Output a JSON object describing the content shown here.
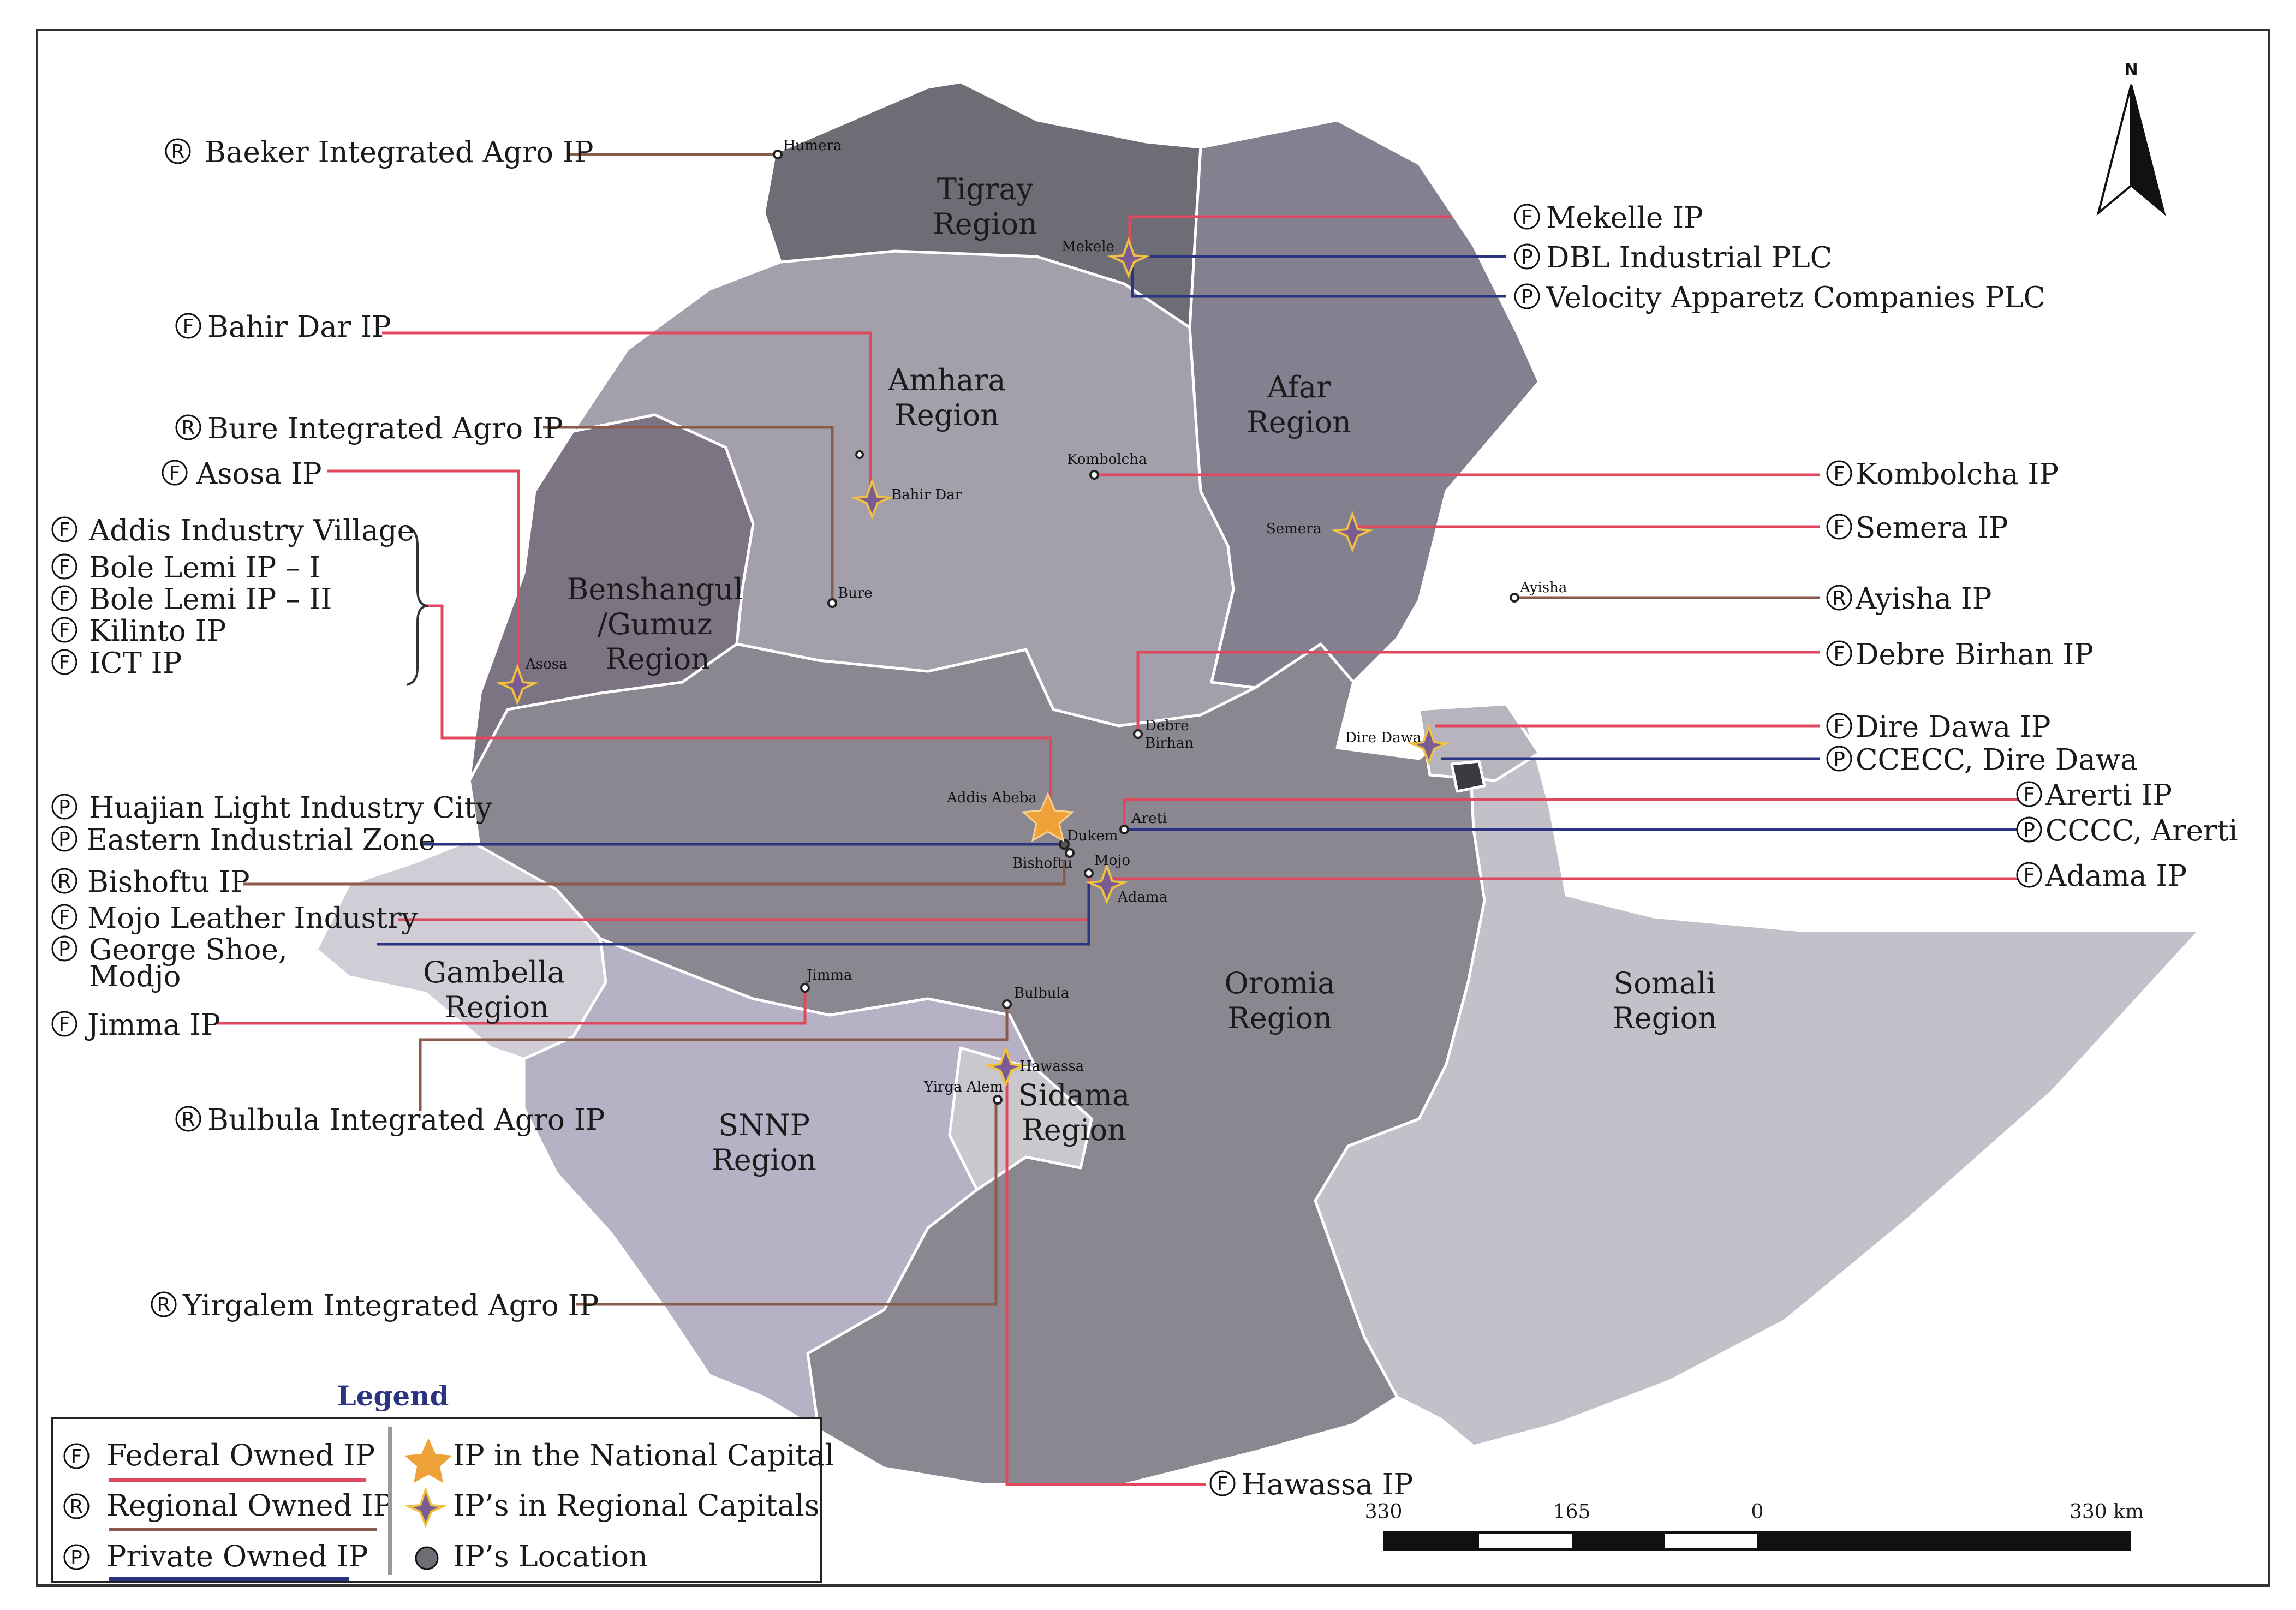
{
  "legend": {
    "title": "Legend",
    "federal": "Federal Owned IP",
    "regional": "Regional Owned IP",
    "private": "Private Owned IP",
    "national_capital": "IP in the National Capital",
    "regional_capitals": "IP’s in Regional Capitals",
    "location": "IP’s Location"
  },
  "badges": {
    "federal": "F",
    "regional": "R",
    "private": "P"
  },
  "scale": {
    "l0": "330",
    "l1": "165",
    "l2": "0",
    "l3": "330 km"
  },
  "north": "N",
  "regions": {
    "tigray": [
      "Tigray",
      "Region"
    ],
    "amhara": [
      "Amhara",
      "Region"
    ],
    "afar": [
      "Afar",
      "Region"
    ],
    "benishangul": [
      "Benshangul",
      "/Gumuz",
      "Region"
    ],
    "gambella": [
      "Gambella",
      "Region"
    ],
    "oromia": [
      "Oromia",
      "Region"
    ],
    "somali": [
      "Somali",
      "Region"
    ],
    "snnp": [
      "SNNP",
      "Region"
    ],
    "sidama": [
      "Sidama",
      "Region"
    ]
  },
  "cities": {
    "humera": "Humera",
    "mekele": "Mekele",
    "kombolcha": "Kombolcha",
    "bahir_dar": "Bahir Dar",
    "bure": "Bure",
    "semera": "Semera",
    "ayisha": "Ayisha",
    "asosa": "Asosa",
    "debre": "Debre",
    "birhan": "Birhan",
    "dire_dawa": "Dire Dawa",
    "addis_abeba": "Addis Abeba",
    "areti": "Areti",
    "dukem": "Dukem",
    "bishoftu": "Bishoftu",
    "mojo": "Mojo",
    "adama": "Adama",
    "jimma": "Jimma",
    "bulbula": "Bulbula",
    "hawassa": "Hawassa",
    "yirga_alem": "Yirga Alem"
  },
  "parks_left": {
    "baeker": "Baeker Integrated Agro IP",
    "bahir_dar": "Bahir Dar IP",
    "bure": "Bure Integrated Agro IP",
    "asosa": "Asosa IP",
    "addis_village": "Addis Industry Village",
    "bole_lemi_1": "Bole Lemi IP – I",
    "bole_lemi_2": "Bole Lemi IP – II",
    "kilinto": "Kilinto IP",
    "ict": "ICT IP",
    "huajian": "Huajian Light Industry City",
    "eastern": "Eastern Industrial Zone",
    "bishoftu": "Bishoftu IP",
    "mojo_leather": "Mojo Leather Industry",
    "george_1": "George Shoe,",
    "george_2": "Modjo",
    "jimma": "Jimma IP",
    "bulbula": "Bulbula Integrated Agro IP",
    "yirgalem": "Yirgalem Integrated Agro IP"
  },
  "parks_right": {
    "mekelle": "Mekelle IP",
    "dbl": "DBL Industrial PLC",
    "velocity": "Velocity Apparetz Companies PLC",
    "kombolcha": "Kombolcha IP",
    "semera": "Semera IP",
    "ayisha": "Ayisha IP",
    "debre_birhan": "Debre Birhan IP",
    "dire_dawa": "Dire Dawa IP",
    "ccecc": "CCECC, Dire Dawa",
    "arerti": "Arerti IP",
    "cccc": "CCCC, Arerti",
    "adama": "Adama IP",
    "hawassa": "Hawassa IP"
  },
  "colors": {
    "federal": "#e0485f",
    "regional": "#8a5a4a",
    "private": "#2b3480",
    "star_national": "#f0a23a",
    "star_regional": "#7b5b93"
  }
}
